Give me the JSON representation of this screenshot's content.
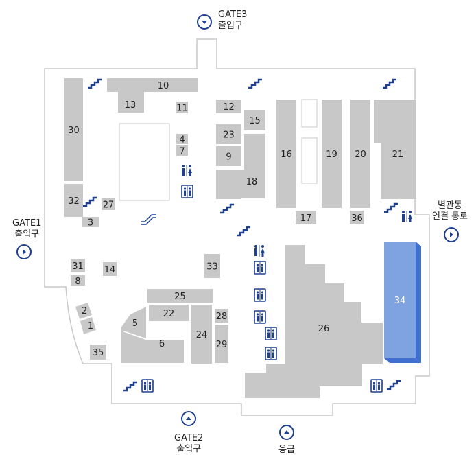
{
  "colors": {
    "block": "#c8c8c8",
    "outline": "#c8c8c8",
    "highlight": "#7fa2e0",
    "highlight_side": "#3f6fd0",
    "gate_ring": "#1f3f8f",
    "sign": "#1f3f8f"
  },
  "gates": {
    "gate3": {
      "line1": "GATE3",
      "line2": "출입구"
    },
    "gate1": {
      "line1": "GATE1",
      "line2": "출입구"
    },
    "gate2": {
      "line1": "GATE2",
      "line2": "출입구"
    },
    "annex": {
      "line1": "별관동",
      "line2": "연결 통로"
    },
    "emergency": {
      "line1": "응급"
    }
  },
  "units": [
    "1",
    "2",
    "3",
    "4",
    "5",
    "6",
    "7",
    "8",
    "9",
    "10",
    "11",
    "12",
    "13",
    "14",
    "15",
    "16",
    "17",
    "18",
    "19",
    "20",
    "21",
    "22",
    "23",
    "24",
    "25",
    "26",
    "27",
    "28",
    "29",
    "30",
    "31",
    "32",
    "33",
    "34",
    "35",
    "36"
  ],
  "selected_unit": "34",
  "icons": {
    "stairs": "stairs-icon",
    "elevator": "elevator-icon",
    "restroom": "restroom-icon",
    "escalator": "escalator-icon",
    "gate_arrow": "gate-arrow-icon"
  }
}
